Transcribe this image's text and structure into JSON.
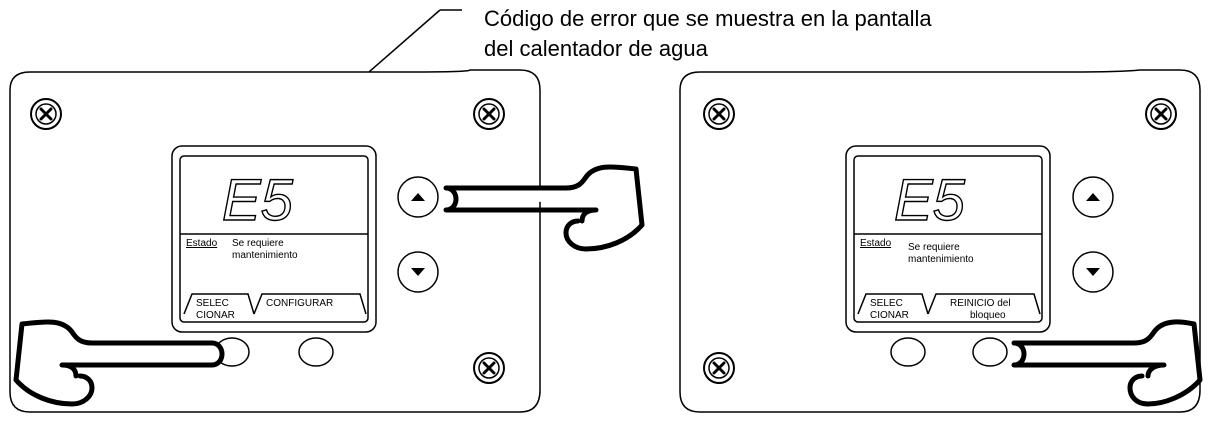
{
  "caption": {
    "line1": "Código de error que se muestra en la pantalla",
    "line2": "del calentador de agua"
  },
  "panels": [
    {
      "error_code": "E5",
      "status_label": "Estado",
      "status_text_line1": "Se requiere",
      "status_text_line2": "mantenimiento",
      "left_key_line1": "SELEC",
      "left_key_line2": "CIONAR",
      "right_key_line1": "CONFIGURAR",
      "right_key_line2": "",
      "pressed_button": "up-arrow and left-button"
    },
    {
      "error_code": "E5",
      "status_label": "Estado",
      "status_text_line1": "Se requiere",
      "status_text_line2": "mantenimiento",
      "left_key_line1": "SELEC",
      "left_key_line2": "CIONAR",
      "right_key_line1": "REINICIO del",
      "right_key_line2": "bloqueo",
      "pressed_button": "right-button"
    }
  ],
  "icons": {
    "screw": "screw-icon",
    "up_arrow": "up-arrow-icon",
    "down_arrow": "down-arrow-icon",
    "hand": "pointing-hand-icon"
  }
}
